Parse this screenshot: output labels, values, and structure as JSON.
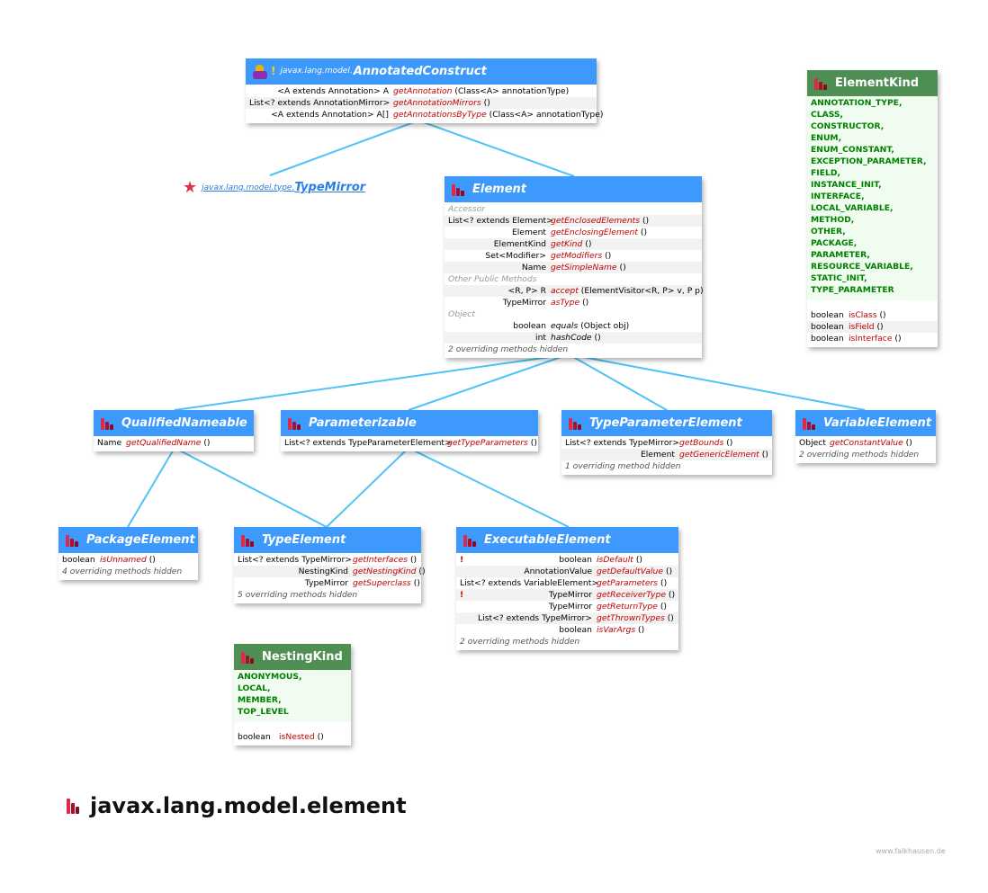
{
  "colors": {
    "header": "#3d99fb",
    "enum_header": "#4f8f53",
    "edge": "#4fc3f7",
    "method": "#c00000",
    "literal": "#008000"
  },
  "annotated_construct": {
    "pkg": "javax.lang.model.",
    "name": "AnnotatedConstruct",
    "rows": [
      {
        "type": "<A extends Annotation> A",
        "method": "getAnnotation",
        "args": "(Class<A> annotationType)"
      },
      {
        "type": "List<? extends AnnotationMirror>",
        "method": "getAnnotationMirrors",
        "args": "()"
      },
      {
        "type": "<A extends Annotation> A[]",
        "method": "getAnnotationsByType",
        "args": "(Class<A> annotationType)"
      }
    ]
  },
  "type_mirror": {
    "pkg": "javax.lang.model.type.",
    "name": "TypeMirror"
  },
  "element": {
    "name": "Element",
    "sections": [
      {
        "label": "Accessor",
        "rows": [
          {
            "type": "List<? extends Element>",
            "method": "getEnclosedElements",
            "args": "()"
          },
          {
            "type": "Element",
            "method": "getEnclosingElement",
            "args": "()"
          },
          {
            "type": "ElementKind",
            "method": "getKind",
            "args": "()"
          },
          {
            "type": "Set<Modifier>",
            "method": "getModifiers",
            "args": "()"
          },
          {
            "type": "Name",
            "method": "getSimpleName",
            "args": "()"
          }
        ]
      },
      {
        "label": "Other Public Methods",
        "rows": [
          {
            "type": "<R, P> R",
            "method": "accept",
            "args": "(ElementVisitor<R, P> v, P p)"
          },
          {
            "type": "TypeMirror",
            "method": "asType",
            "args": "()"
          }
        ]
      },
      {
        "label": "Object",
        "rows": [
          {
            "type": "boolean",
            "method": "equals",
            "args": "(Object obj)"
          },
          {
            "type": "int",
            "method": "hashCode",
            "args": "()"
          }
        ]
      }
    ],
    "hidden": "2 overriding methods hidden"
  },
  "element_kind": {
    "name": "ElementKind",
    "literals": [
      "ANNOTATION_TYPE,",
      "CLASS,",
      "CONSTRUCTOR,",
      "ENUM,",
      "ENUM_CONSTANT,",
      "EXCEPTION_PARAMETER,",
      "FIELD,",
      "INSTANCE_INIT,",
      "INTERFACE,",
      "LOCAL_VARIABLE,",
      "METHOD,",
      "OTHER,",
      "PACKAGE,",
      "PARAMETER,",
      "RESOURCE_VARIABLE,",
      "STATIC_INIT,",
      "TYPE_PARAMETER"
    ],
    "rows": [
      {
        "type": "boolean",
        "method": "isClass",
        "args": "()"
      },
      {
        "type": "boolean",
        "method": "isField",
        "args": "()"
      },
      {
        "type": "boolean",
        "method": "isInterface",
        "args": "()"
      }
    ]
  },
  "qualified_nameable": {
    "name": "QualifiedNameable",
    "rows": [
      {
        "type": "Name",
        "method": "getQualifiedName",
        "args": "()"
      }
    ]
  },
  "parameterizable": {
    "name": "Parameterizable",
    "rows": [
      {
        "type": "List<? extends TypeParameterElement>",
        "method": "getTypeParameters",
        "args": "()"
      }
    ]
  },
  "type_parameter_element": {
    "name": "TypeParameterElement",
    "rows": [
      {
        "type": "List<? extends TypeMirror>",
        "method": "getBounds",
        "args": "()"
      },
      {
        "type": "Element",
        "method": "getGenericElement",
        "args": "()"
      }
    ],
    "hidden": "1 overriding method hidden"
  },
  "variable_element": {
    "name": "VariableElement",
    "rows": [
      {
        "type": "Object",
        "method": "getConstantValue",
        "args": "()"
      }
    ],
    "hidden": "2 overriding methods hidden"
  },
  "package_element": {
    "name": "PackageElement",
    "rows": [
      {
        "type": "boolean",
        "method": "isUnnamed",
        "args": "()"
      }
    ],
    "hidden": "4 overriding methods hidden"
  },
  "type_element": {
    "name": "TypeElement",
    "rows": [
      {
        "type": "List<? extends TypeMirror>",
        "method": "getInterfaces",
        "args": "()"
      },
      {
        "type": "NestingKind",
        "method": "getNestingKind",
        "args": "()"
      },
      {
        "type": "TypeMirror",
        "method": "getSuperclass",
        "args": "()"
      }
    ],
    "hidden": "5 overriding methods hidden"
  },
  "executable_element": {
    "name": "ExecutableElement",
    "rows": [
      {
        "mark": "!",
        "type": "boolean",
        "method": "isDefault",
        "args": "()"
      },
      {
        "mark": "",
        "type": "AnnotationValue",
        "method": "getDefaultValue",
        "args": "()"
      },
      {
        "mark": "",
        "type": "List<? extends VariableElement>",
        "method": "getParameters",
        "args": "()"
      },
      {
        "mark": "!",
        "type": "TypeMirror",
        "method": "getReceiverType",
        "args": "()"
      },
      {
        "mark": "",
        "type": "TypeMirror",
        "method": "getReturnType",
        "args": "()"
      },
      {
        "mark": "",
        "type": "List<? extends TypeMirror>",
        "method": "getThrownTypes",
        "args": "()"
      },
      {
        "mark": "",
        "type": "boolean",
        "method": "isVarArgs",
        "args": "()"
      }
    ],
    "hidden": "2 overriding methods hidden"
  },
  "nesting_kind": {
    "name": "NestingKind",
    "literals": [
      "ANONYMOUS,",
      "LOCAL,",
      "MEMBER,",
      "TOP_LEVEL"
    ],
    "rows": [
      {
        "type": "boolean",
        "method": "isNested",
        "args": "()"
      }
    ]
  },
  "page_title": "javax.lang.model.element",
  "watermark": "www.falkhausen.de"
}
